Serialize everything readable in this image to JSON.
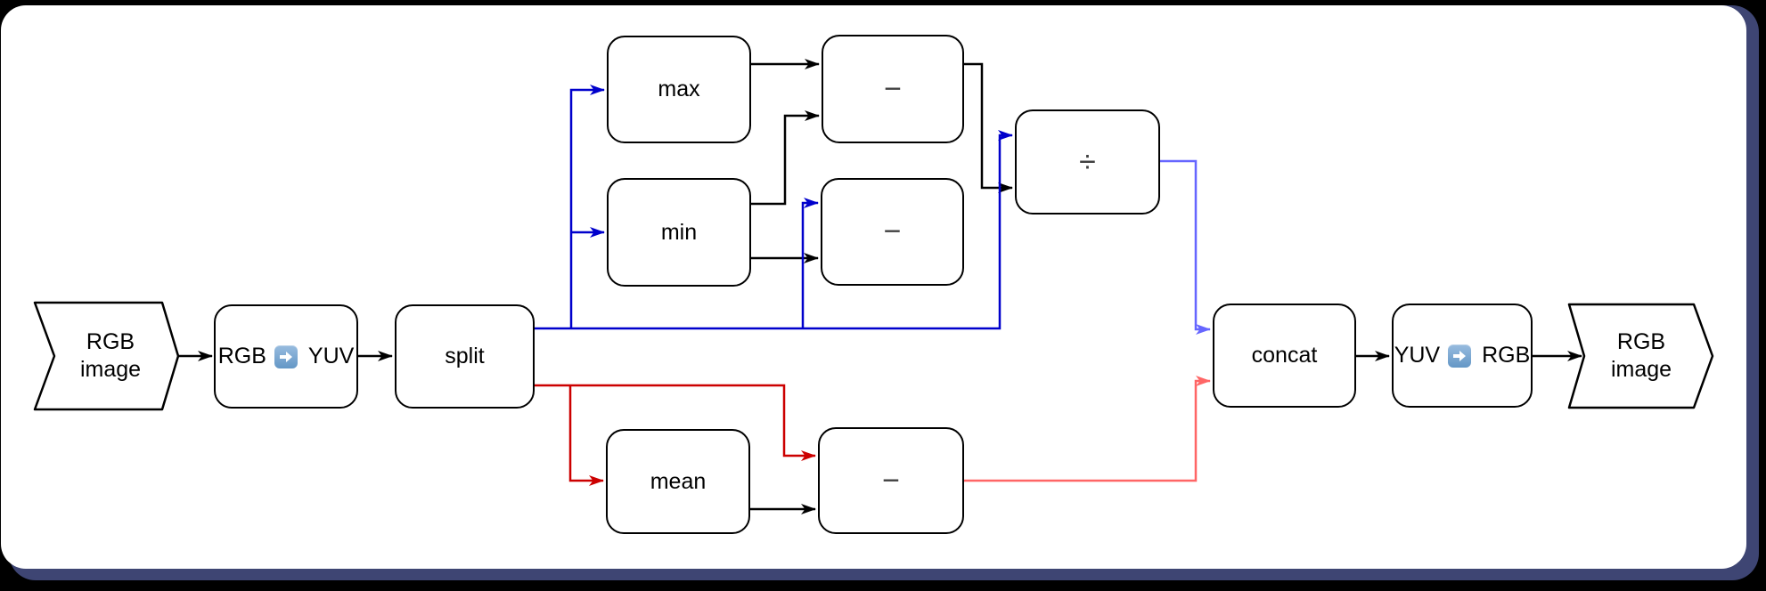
{
  "frame": {
    "background": "#000000",
    "panel": "#ffffff",
    "accent_edge": "#3e4573"
  },
  "palette": {
    "node_stroke": "#000000",
    "edge_black": "#000000",
    "edge_dark_blue": "#0000cc",
    "edge_dark_red": "#cc0000",
    "edge_light_blue": "#6666ff",
    "edge_light_red": "#ff6666",
    "operator_text": "#404040",
    "emoji_arrow_top": "#98bcdf",
    "emoji_arrow_bottom": "#6497c6"
  },
  "nodes": {
    "input_image": {
      "label": "RGB\nimage",
      "shape": "chevron"
    },
    "rgb_to_yuv": {
      "label_left": "RGB",
      "label_right": "YUV",
      "icon": "right-arrow-emoji"
    },
    "split": {
      "label": "split"
    },
    "max": {
      "label": "max"
    },
    "min": {
      "label": "min"
    },
    "subtract_top": {
      "label": "−"
    },
    "subtract_mid": {
      "label": "−"
    },
    "divide": {
      "label": "÷"
    },
    "mean": {
      "label": "mean"
    },
    "subtract_bottom": {
      "label": "−"
    },
    "concat": {
      "label": "concat"
    },
    "yuv_to_rgb": {
      "label_left": "YUV",
      "label_right": "RGB",
      "icon": "right-arrow-emoji"
    },
    "output_image": {
      "label": "RGB\nimage",
      "shape": "chevron"
    }
  }
}
